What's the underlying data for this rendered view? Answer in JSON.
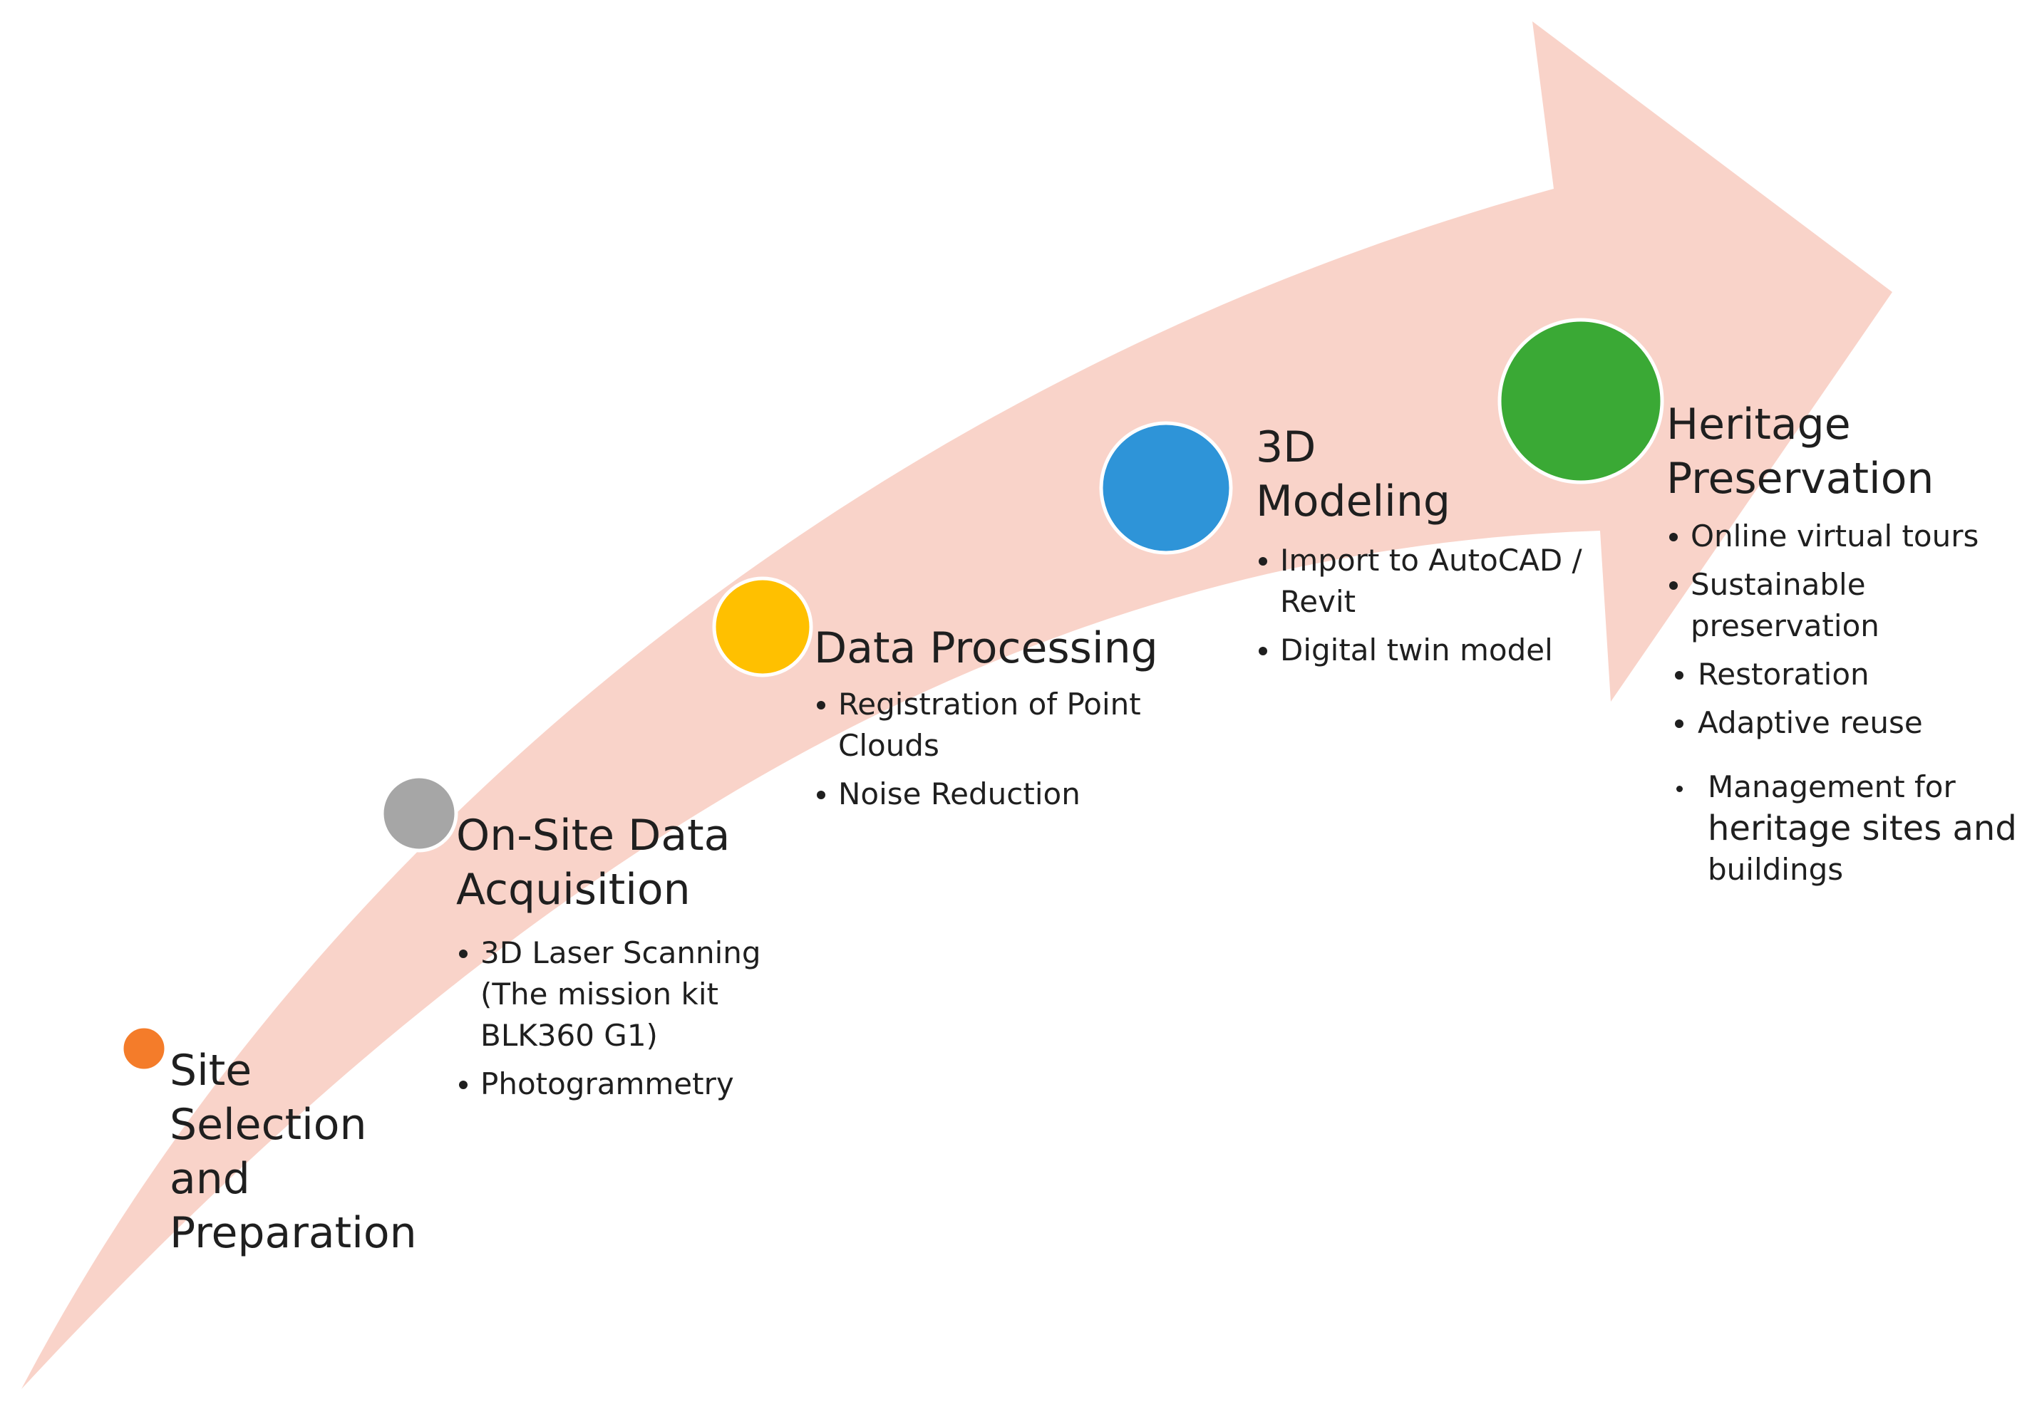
{
  "colors": {
    "arrow": "#f9d3c9",
    "site_selection_dot": "#f47c2a",
    "acquisition_dot": "#a6a6a6",
    "processing_dot": "#ffc000",
    "modeling_dot": "#2e94d8",
    "preservation_dot": "#3aa935"
  },
  "stages": {
    "site_selection": {
      "title": [
        "Site",
        "Selection",
        "and",
        "Preparation"
      ]
    },
    "acquisition": {
      "title": [
        "On-Site Data",
        "Acquisition"
      ],
      "bullets": [
        [
          "3D Laser Scanning",
          "(The mission kit",
          "BLK360 G1)"
        ],
        [
          "Photogrammetry"
        ]
      ]
    },
    "processing": {
      "title": [
        "Data Processing"
      ],
      "bullets": [
        [
          "Registration of Point",
          "Clouds"
        ],
        [
          "Noise Reduction"
        ]
      ]
    },
    "modeling": {
      "title": [
        "3D",
        "Modeling"
      ],
      "bullets": [
        [
          "Import to AutoCAD  /",
          "Revit"
        ],
        [
          "Digital twin model"
        ]
      ]
    },
    "preservation": {
      "title": [
        "Heritage",
        "Preservation"
      ],
      "bullets": [
        [
          "Online virtual tours"
        ],
        [
          "Sustainable",
          "preservation"
        ],
        [
          "Restoration"
        ],
        [
          "Adaptive reuse"
        ],
        [
          "Management for",
          "heritage sites and",
          "buildings"
        ]
      ]
    }
  }
}
